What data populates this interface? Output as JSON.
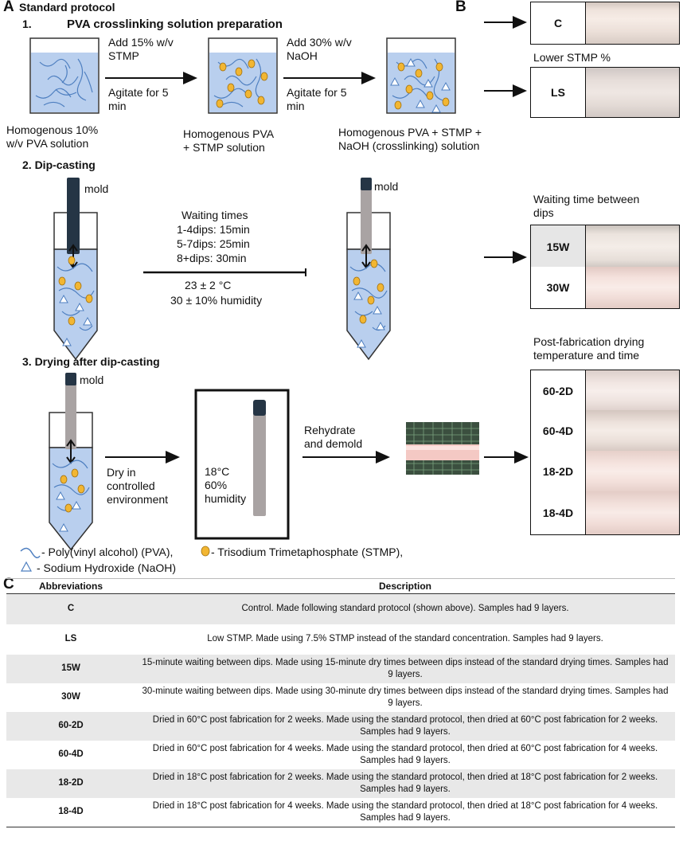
{
  "panel_a": {
    "letter": "A",
    "title": "Standard protocol",
    "step1": {
      "number": "1.",
      "title": "PVA crosslinking solution preparation",
      "arrow1_top": "Add 15% w/v\nSTMP",
      "arrow1_bottom": "Agitate for 5\nmin",
      "arrow2_top": "Add 30% w/v\nNaOH",
      "arrow2_bottom": "Agitate for 5\nmin",
      "beaker1_label": "Homogenous 10%\nw/v PVA solution",
      "beaker2_label": "Homogenous PVA\n+ STMP solution",
      "beaker3_label": "Homogenous PVA + STMP +\nNaOH (crosslinking) solution"
    },
    "step2": {
      "title": "2. Dip-casting",
      "mold_left": "mold",
      "mold_right": "mold",
      "waiting_title": "Waiting times",
      "waiting_lines": [
        "1-4dips: 15min",
        "5-7dips: 25min",
        "8+dips: 30min"
      ],
      "conditions": [
        "23 ± 2 °C",
        "30 ±  10% humidity"
      ]
    },
    "step3": {
      "title": "3. Drying after dip-casting",
      "mold": "mold",
      "arrow1_label": "Dry in\ncontrolled\nenvironment",
      "chamber_label": "18°C\n60%\nhumidity",
      "arrow2_label": "Rehydrate\nand demold"
    },
    "legend": {
      "pva": "- Poly(vinyl alcohol) (PVA),",
      "stmp": "- Trisodium Trimetaphosphate (STMP),",
      "naoh": "- Sodium Hydroxide (NaOH)"
    }
  },
  "panel_b": {
    "letter": "B",
    "samples_top": [
      {
        "code": "C"
      },
      {
        "code": "LS"
      }
    ],
    "lower_stmp_label": "Lower STMP %",
    "waiting_label": "Waiting time between\ndips",
    "waiting_samples": [
      "15W",
      "30W"
    ],
    "drying_label": "Post-fabrication drying\ntemperature and time",
    "drying_samples": [
      "60-2D",
      "60-4D",
      "18-2D",
      "18-4D"
    ]
  },
  "panel_c": {
    "letter": "C",
    "headers": [
      "Abbreviations",
      "Description"
    ],
    "rows": [
      {
        "code": "C",
        "desc": "Control. Made following standard protocol (shown above). Samples had 9 layers."
      },
      {
        "code": "LS",
        "desc": "Low STMP. Made using 7.5% STMP instead of the standard concentration. Samples had 9 layers."
      },
      {
        "code": "15W",
        "desc": "15-minute waiting between  dips. Made using 15-minute dry times between  dips instead of the standard drying times. Samples had 9 layers."
      },
      {
        "code": "30W",
        "desc": "30-minute waiting between  dips. Made using 30-minute dry times between  dips instead of the standard drying times. Samples had 9 layers."
      },
      {
        "code": "60-2D",
        "desc": "Dried in 60°C post fabrication for 2 weeks. Made using the standard protocol, then dried at 60°C post fabrication for 2 weeks. Samples had 9 layers."
      },
      {
        "code": "60-4D",
        "desc": "Dried in 60°C post fabrication for 4 weeks. Made using the standard protocol, then dried at 60°C post fabrication for 4 weeks. Samples had 9 layers."
      },
      {
        "code": "18-2D",
        "desc": "Dried in 18°C post fabrication for 2 weeks. Made using the standard protocol, then dried at 18°C post fabrication for 2 weeks. Samples had 9 layers."
      },
      {
        "code": "18-4D",
        "desc": "Dried in 18°C post fabrication for 4 weeks. Made using the standard protocol, then dried at 18°C post fabrication for 4 weeks. Samples had 9 layers."
      }
    ]
  },
  "colors": {
    "solution": "#b9cfee",
    "solution_dark": "#4e7fc0",
    "stmp": "#f2b632",
    "mold_dark": "#253545",
    "mold_grey": "#a9a3a3",
    "sample_pink": "#f1d9d4",
    "table_shade": "#e8e8e8"
  }
}
